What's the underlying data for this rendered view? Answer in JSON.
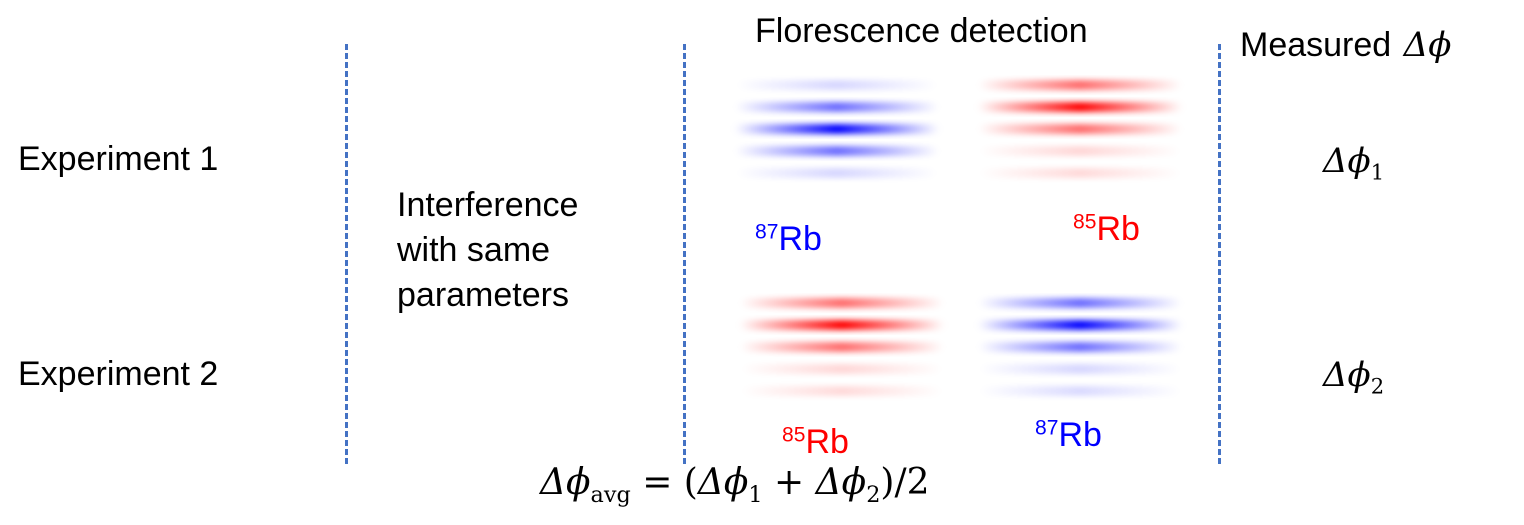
{
  "header": {
    "detection": "Florescence detection",
    "measured": "Measured",
    "measured_symbol": "Δϕ"
  },
  "rows": {
    "exp1": "Experiment 1",
    "exp2": "Experiment 2"
  },
  "middle_note": {
    "line1": "Interference",
    "line2": "with same",
    "line3": "parameters"
  },
  "species": {
    "a": {
      "mass": "87",
      "symbol": "Rb",
      "color": "#0000ff"
    },
    "b": {
      "mass": "85",
      "symbol": "Rb",
      "color": "#ff0000"
    }
  },
  "results": {
    "phi": "Δϕ",
    "sub1": "1",
    "sub2": "2"
  },
  "formula": {
    "lhs": "Δϕ",
    "lhs_sub": "avg",
    "eq": " = (",
    "t1": "Δϕ",
    "t1_sub": "1",
    "plus": " + ",
    "t2": "Δϕ",
    "t2_sub": "2",
    "tail": ")/2"
  },
  "colors": {
    "divider": "#4472c4",
    "blue": "#0000ff",
    "red": "#ff0000"
  }
}
